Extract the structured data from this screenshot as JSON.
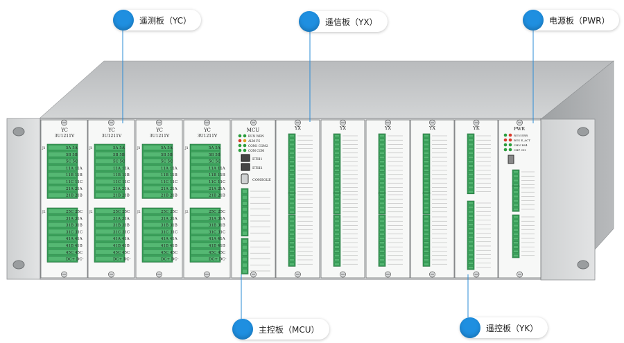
{
  "callouts": {
    "yc": "遥测板（YC）",
    "yx": "遥信板（YX）",
    "pwr": "电源板（PWR）",
    "mcu": "主控板（MCU）",
    "yk": "遥控板（YK）"
  },
  "cards": {
    "yc_title": "YC",
    "yc_model": "3U1211V",
    "yc_rows_top": [
      "5A  5A",
      "5B  5B",
      "5C  5C",
      "11A  11A",
      "11B  11B",
      "11C  11C",
      "21A  21A",
      "21B  21B"
    ],
    "yc_rows_bottom": [
      "25C  25C",
      "31A  31A",
      "31B  31B",
      "31C  31C",
      "41A  41A",
      "41B  41B",
      "45C  45C",
      "DC+  DC-"
    ],
    "mcu_title": "MCU",
    "mcu_leds": [
      "RUN   WRN",
      "ALM   FS",
      "COM1  COM2",
      "COM   COM"
    ],
    "mcu_eth1": "ETH1",
    "mcu_eth2": "ETH2",
    "mcu_console": "CONSOLE",
    "yx_title": "YX",
    "yk_title": "YK",
    "pwr_title": "PWR",
    "pwr_leds": [
      "RUN  ERR",
      "BUS  E_ACT",
      "CHN  RS4",
      "CHP  CH"
    ]
  },
  "colors": {
    "accent": "#1f8fe0",
    "terminal_green": "#3aa05a",
    "panel": "#f7f8f7",
    "chassis": "#c8cacb"
  }
}
